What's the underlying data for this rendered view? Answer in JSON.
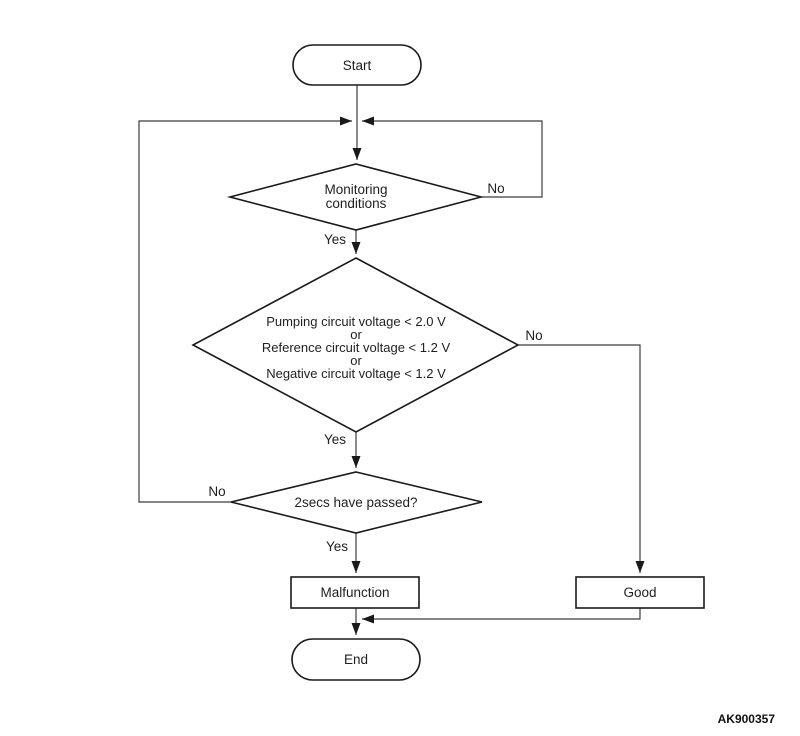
{
  "figure": {
    "code": "AK900357"
  },
  "nodes": {
    "start": {
      "label": "Start",
      "type": "terminator"
    },
    "monitoring": {
      "type": "decision",
      "lines": [
        "Monitoring",
        "conditions"
      ]
    },
    "voltage": {
      "type": "decision",
      "lines": [
        "Pumping circuit voltage < 2.0 V",
        "or",
        "Reference circuit voltage < 1.2 V",
        "or",
        "Negative circuit voltage < 1.2 V"
      ]
    },
    "timer": {
      "label": "2secs have passed?",
      "type": "decision"
    },
    "malfunction": {
      "label": "Malfunction",
      "type": "process"
    },
    "good": {
      "label": "Good",
      "type": "process"
    },
    "end": {
      "label": "End",
      "type": "terminator"
    }
  },
  "edge_labels": {
    "monitoring_no": "No",
    "monitoring_yes": "Yes",
    "voltage_no": "No",
    "voltage_yes": "Yes",
    "timer_no": "No",
    "timer_yes": "Yes"
  },
  "colors": {
    "line": "#3c3c3c",
    "shape_stroke": "#1a1a1a",
    "shape_fill": "#ffffff",
    "text": "#1f1f1f"
  }
}
